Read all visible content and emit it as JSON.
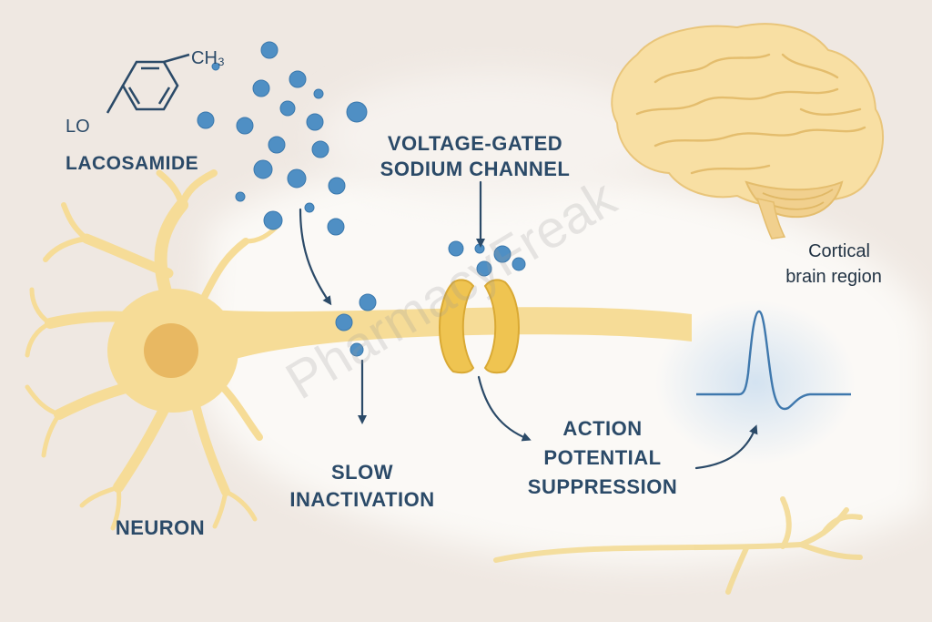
{
  "molecule": {
    "substituent_top": "CH₃",
    "substituent_left": "LO",
    "name": "LACOSAMIDE"
  },
  "labels": {
    "channel_line1": "VOLTAGE-GATED",
    "channel_line2": "SODIUM CHANNEL",
    "brain_line1": "Cortical",
    "brain_line2": "brain region",
    "slow_line1": "SLOW",
    "slow_line2": "INACTIVATION",
    "action_line1": "ACTION",
    "action_line2": "POTENTIAL",
    "action_line3": "SUPPRESSION",
    "neuron": "NEURON"
  },
  "watermark": "PharmacyFreak",
  "icons": {
    "molecule": "benzene-ring-structure",
    "brain": "brain-illustration",
    "neuron": "neuron-cell",
    "channel": "sodium-channel-gate",
    "waveform": "action-potential-spike"
  },
  "colors": {
    "background": "#efe8e2",
    "text": "#2b4a68",
    "drug_particle": "#4f8fc4",
    "neuron_fill": "#f6dc97",
    "channel_fill": "#efc451",
    "waveform": "#3f78ad"
  }
}
